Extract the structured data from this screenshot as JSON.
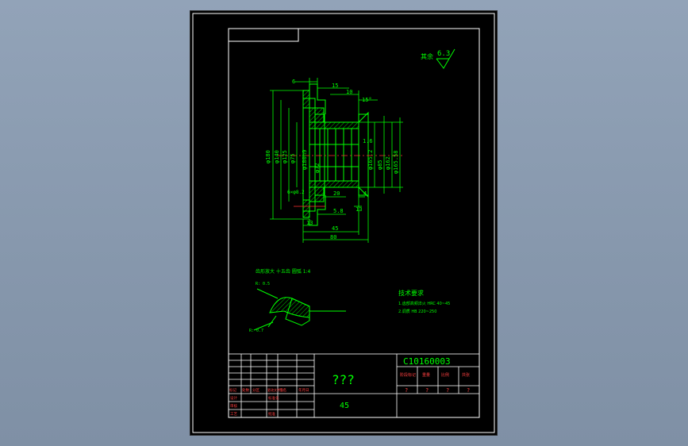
{
  "colors": {
    "background": "#8a9bb0",
    "paper": "#000000",
    "frame": "#ffffff",
    "geometry": "#00ff00",
    "dimension": "#00ff00",
    "centerline": "#ff3030",
    "hatch": "#00ff00",
    "titleblock_text": "#00ff00",
    "titleblock_labels": "#ff4040",
    "notes": "#00ff00"
  },
  "drawing": {
    "surface_roughness": {
      "prefix": "其余",
      "value": "6.3"
    },
    "dimensions": {
      "d_outer": "φ180",
      "d_140": "φ140",
      "d_125": "φ125",
      "d_75": "φ75",
      "d_72": "φ72",
      "d_hub": "φ180h9",
      "d_pitch": "φ165.2",
      "d_right1": "φ85",
      "d_right2": "φ162",
      "d_right3": "φ165.58",
      "top_6": "6",
      "top_15": "15",
      "top_10": "10",
      "angle_15": "15°",
      "chamfer_1_6": "1.6",
      "bottom_20": "20",
      "bottom_4": "4",
      "bottom_5": "5.8",
      "bottom_13a": "13",
      "bottom_13b": "13",
      "bottom_45": "45",
      "bottom_80": "80",
      "left_chamfer": "6×φ8.2"
    },
    "detail_note": "齿形放大 十五齿 圆弧 1:4",
    "detail_r1": "R: 0.5",
    "detail_r2": "R: 0.7",
    "tech_title": "技术要求",
    "tech_line1": "1.齿部高频淬火 HRC 40~45",
    "tech_line2": "2.调质 HB 220~250"
  },
  "title_block": {
    "drawing_number": "C10160003",
    "part_name": "???",
    "material": "45",
    "col_headers": [
      "阶段标记",
      "重量",
      "比例",
      "共张"
    ],
    "col_values": [
      "?",
      "?",
      "?",
      "?"
    ],
    "left_labels": [
      "标记",
      "处数",
      "分区",
      "更改文件号",
      "签名",
      "年月日"
    ],
    "role_labels": [
      "设计",
      "审核",
      "工艺",
      "标准化",
      "批准"
    ]
  }
}
